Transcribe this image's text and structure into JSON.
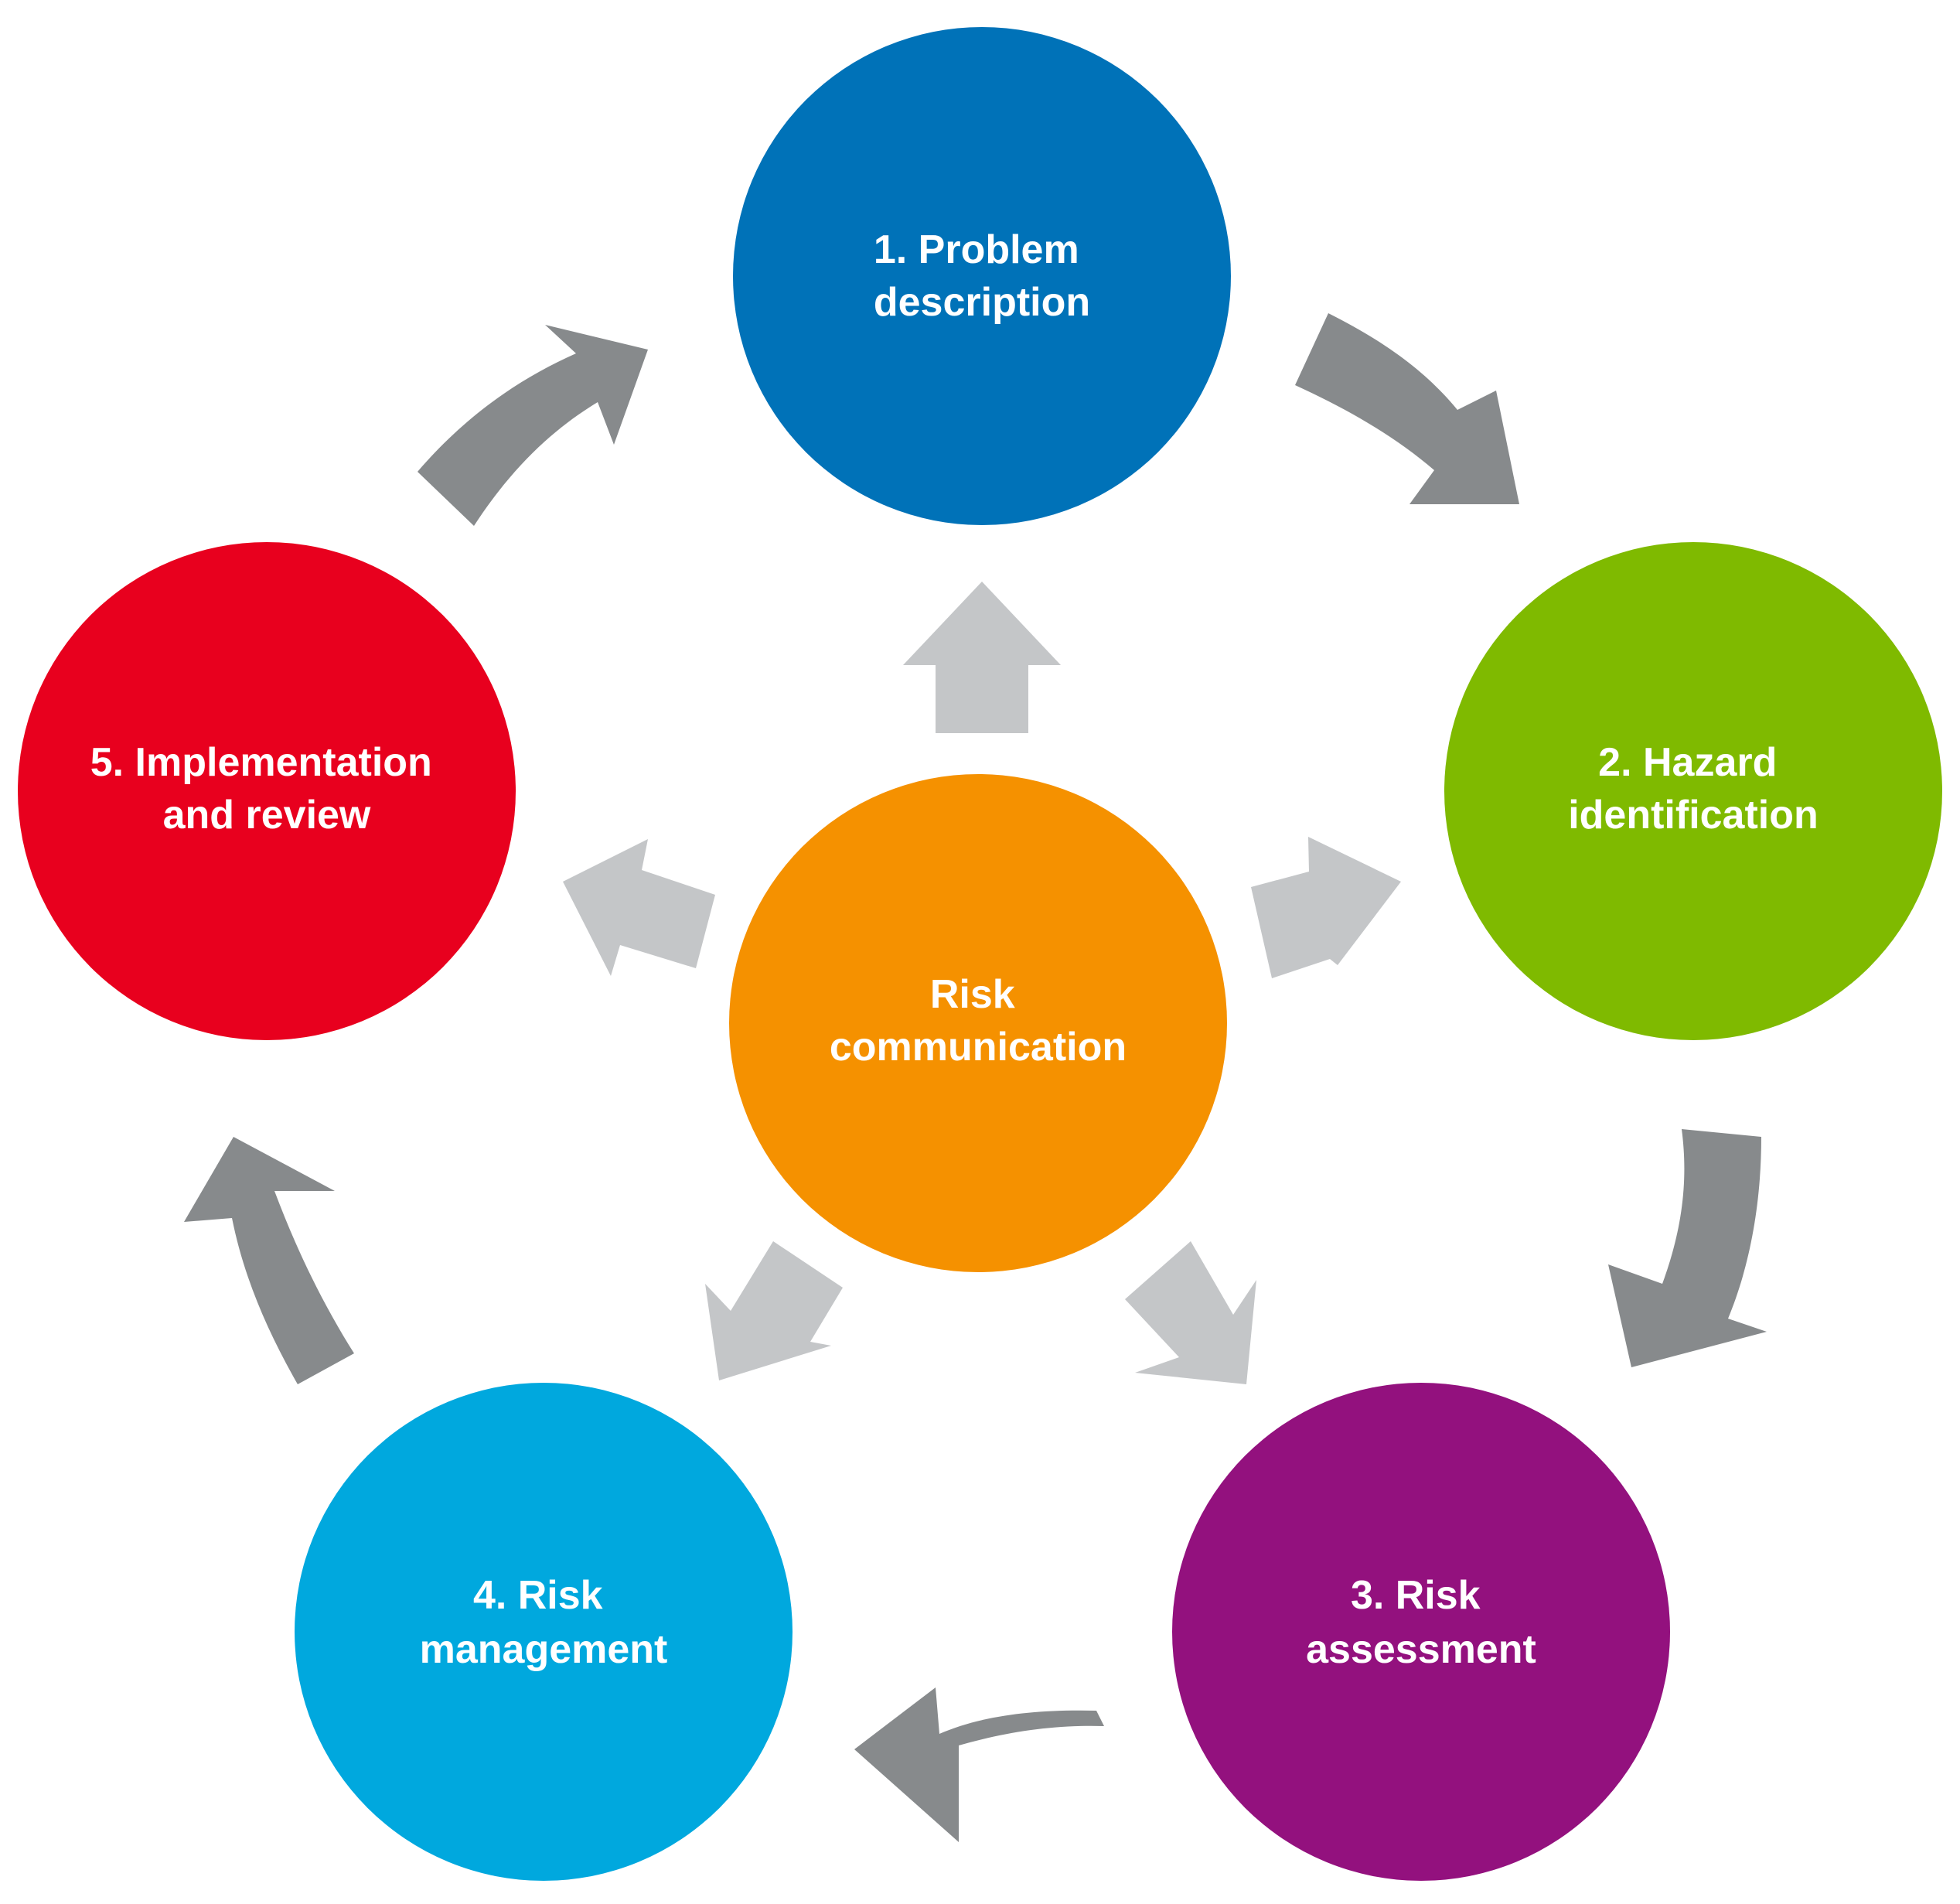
{
  "diagram": {
    "nodes": [
      {
        "id": "problem-description",
        "lines": [
          "1. Problem",
          "description"
        ],
        "color": "#0072B8"
      },
      {
        "id": "hazard-identification",
        "lines": [
          "2. Hazard",
          "identification"
        ],
        "color": "#7FBA00"
      },
      {
        "id": "risk-assessment",
        "lines": [
          "3. Risk",
          "assessment"
        ],
        "color": "#93117E"
      },
      {
        "id": "risk-management",
        "lines": [
          "4. Risk",
          "management"
        ],
        "color": "#00A8DE"
      },
      {
        "id": "implementation-and-review",
        "lines": [
          "5. Implementation",
          "and review"
        ],
        "color": "#E8001E"
      },
      {
        "id": "risk-communication",
        "lines": [
          "Risk",
          "communication"
        ],
        "color": "#F59100"
      }
    ],
    "cycle_arrow_color": "#878A8C",
    "spoke_arrow_color": "#C4C6C8"
  }
}
